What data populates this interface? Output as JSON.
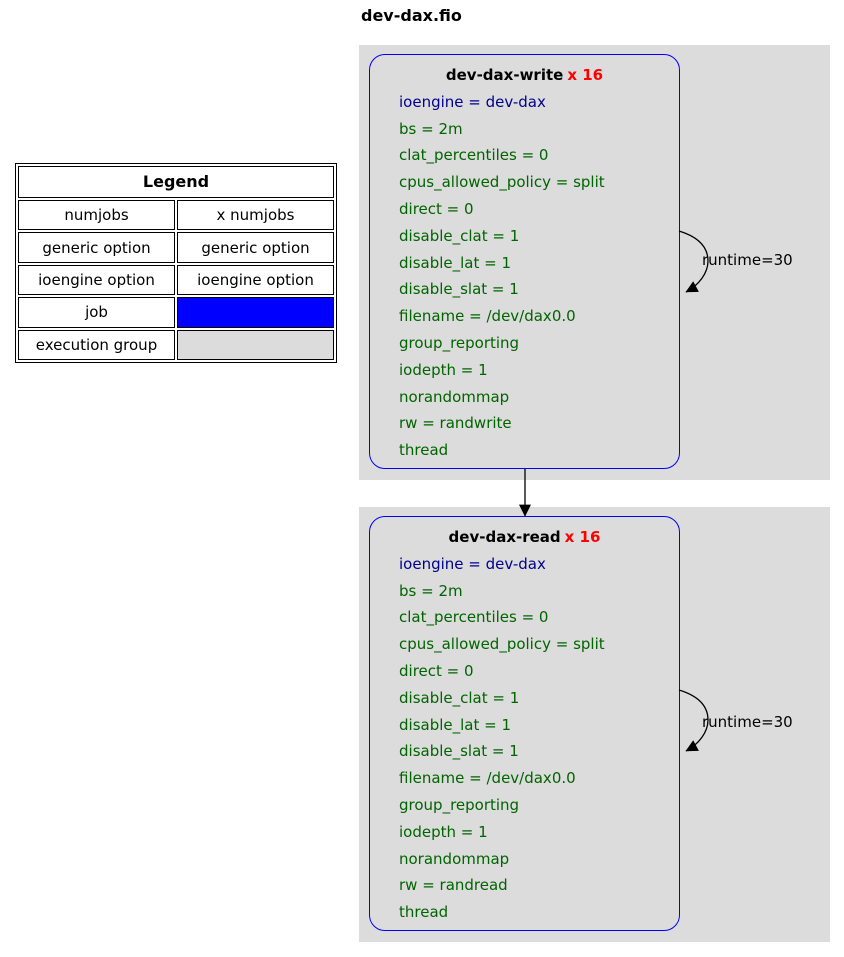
{
  "title": "dev-dax.fio",
  "colors": {
    "group_background": "#dcdcdc",
    "node_border": "#0000ff",
    "job_fill": "#0000ff",
    "numjobs_text": "#ff0000",
    "generic_option_text": "#006400",
    "ioengine_option_text": "#00008b",
    "edge_color": "#000000"
  },
  "legend": {
    "title": "Legend",
    "rows": [
      {
        "label": "numjobs",
        "sample": "x numjobs"
      },
      {
        "label": "generic option",
        "sample": "generic option"
      },
      {
        "label": "ioengine option",
        "sample": "ioengine option"
      },
      {
        "label": "job",
        "sample": ""
      },
      {
        "label": "execution group",
        "sample": ""
      }
    ]
  },
  "jobs": [
    {
      "name": "dev-dax-write",
      "numjobs": "x 16",
      "edge_label": "runtime=30",
      "options": [
        "ioengine = dev-dax",
        "bs = 2m",
        "clat_percentiles = 0",
        "cpus_allowed_policy = split",
        "direct = 0",
        "disable_clat = 1",
        "disable_lat = 1",
        "disable_slat = 1",
        "filename = /dev/dax0.0",
        "group_reporting",
        "iodepth = 1",
        "norandommap",
        "rw = randwrite",
        "thread"
      ]
    },
    {
      "name": "dev-dax-read",
      "numjobs": "x 16",
      "edge_label": "runtime=30",
      "options": [
        "ioengine = dev-dax",
        "bs = 2m",
        "clat_percentiles = 0",
        "cpus_allowed_policy = split",
        "direct = 0",
        "disable_clat = 1",
        "disable_lat = 1",
        "disable_slat = 1",
        "filename = /dev/dax0.0",
        "group_reporting",
        "iodepth = 1",
        "norandommap",
        "rw = randread",
        "thread"
      ]
    }
  ]
}
